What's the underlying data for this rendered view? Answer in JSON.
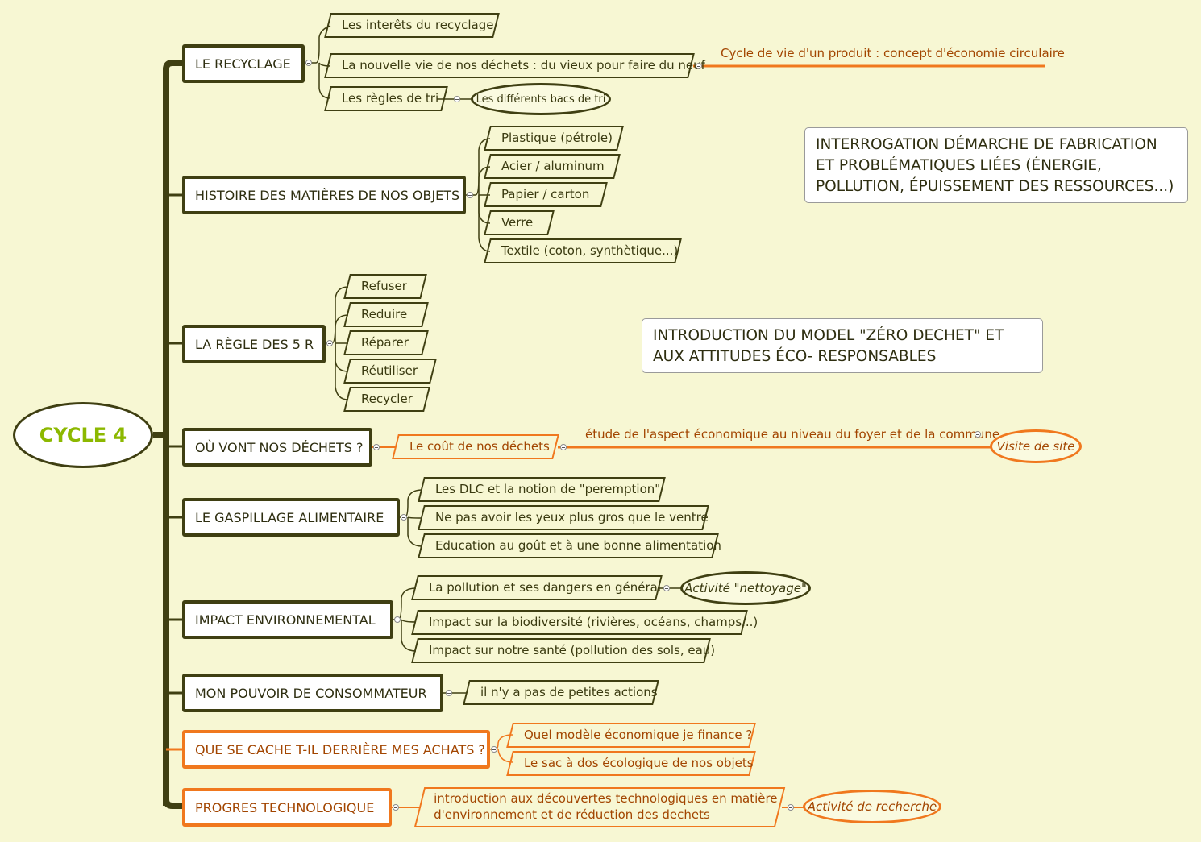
{
  "center": {
    "label": "CYCLE 4"
  },
  "branches": {
    "recyclage": {
      "label": "LE RECYCLAGE",
      "children": [
        "Les interêts du recyclage",
        "La nouvelle vie de nos déchets : du vieux pour faire du neuf",
        "Les règles de tri"
      ],
      "tri_bubble": "Les différents bacs de tri",
      "cycle_note": "Cycle de vie d'un produit : concept d'économie circulaire"
    },
    "histoire": {
      "label": "HISTOIRE DES MATIÈRES DE NOS OBJETS",
      "children": [
        "Plastique (pétrole)",
        "Acier / aluminum",
        "Papier / carton",
        "Verre",
        "Textile (coton, synthètique...)"
      ]
    },
    "regle5r": {
      "label": "LA RÈGLE DES 5 R",
      "children": [
        "Refuser",
        "Reduire",
        "Réparer",
        "Réutiliser",
        "Recycler"
      ]
    },
    "dechets": {
      "label": "OÙ VONT NOS DÉCHETS ?",
      "child": "Le coût de nos déchets",
      "note": "étude de l'aspect économique au niveau du foyer et de la commune",
      "bubble": "Visite de site"
    },
    "gaspillage": {
      "label": "LE GASPILLAGE ALIMENTAIRE",
      "children": [
        "Les DLC et la notion de \"peremption\"",
        "Ne pas avoir les yeux plus gros que le ventre",
        "Education au goût et à une bonne alimentation"
      ]
    },
    "impact": {
      "label": "IMPACT ENVIRONNEMENTAL",
      "children": [
        "La pollution et ses dangers en général",
        "Impact sur la biodiversité (rivières, océans, champs...)",
        "Impact sur notre santé (pollution des sols, eau)"
      ],
      "bubble": "Activité \"nettoyage\""
    },
    "pouvoir": {
      "label": "MON POUVOIR DE CONSOMMATEUR",
      "child": "il n'y a pas de petites actions"
    },
    "achats": {
      "label": "QUE SE CACHE T-IL DERRIÈRE MES ACHATS ?",
      "children": [
        "Quel modèle économique je finance ?",
        "Le sac à dos écologique de nos objets"
      ]
    },
    "progres": {
      "label": "PROGRES TECHNOLOGIQUE",
      "child_line1": "introduction aux découvertes technologiques en matière",
      "child_line2": "d'environnement et de réduction des dechets",
      "bubble": "Activité de recherche"
    }
  },
  "notes": {
    "fabrication": "INTERROGATION DÉMARCHE DE FABRICATION ET PROBLÉMATIQUES LIÉES (ÉNERGIE, POLLUTION, ÉPUISSEMENT DES RESSOURCES...)",
    "zero_dechet": "INTRODUCTION DU MODEL \"ZÉRO DECHET\" ET AUX ATTITUDES ÉCO- RESPONSABLES"
  },
  "colors": {
    "background": "#f7f7d3",
    "dark": "#3f3f12",
    "orange": "#f0781e",
    "center_text": "#8cb800"
  }
}
